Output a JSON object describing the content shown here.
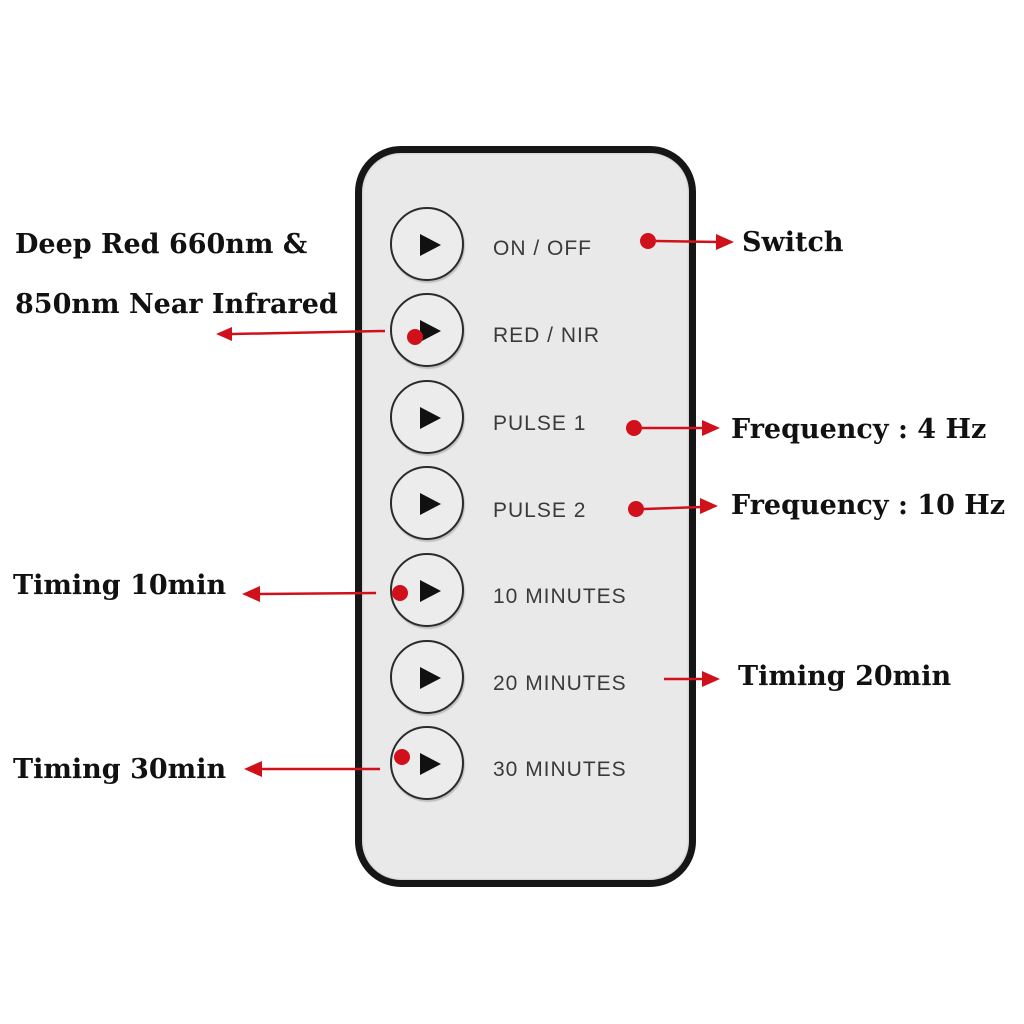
{
  "remote": {
    "buttons": [
      {
        "label": "ON  /  OFF"
      },
      {
        "label": "RED / NIR"
      },
      {
        "label": "PULSE 1"
      },
      {
        "label": "PULSE 2"
      },
      {
        "label": "10 MINUTES"
      },
      {
        "label": "20 MINUTES"
      },
      {
        "label": "30 MINUTES"
      }
    ]
  },
  "callouts": {
    "switch": "Switch",
    "red_line1": "Deep Red 660nm &",
    "red_line2": "850nm Near Infrared",
    "pulse1": "Frequency : 4 Hz",
    "pulse2": "Frequency : 10 Hz",
    "timing10": "Timing 10min",
    "timing20": "Timing 20min",
    "timing30": "Timing 30min"
  },
  "colors": {
    "annotation_red": "#d0111b",
    "remote_body": "#e9e9ea",
    "remote_border": "#161616"
  },
  "icons": {
    "button": "play-triangle-icon",
    "pointer": "red-dot-arrow"
  }
}
